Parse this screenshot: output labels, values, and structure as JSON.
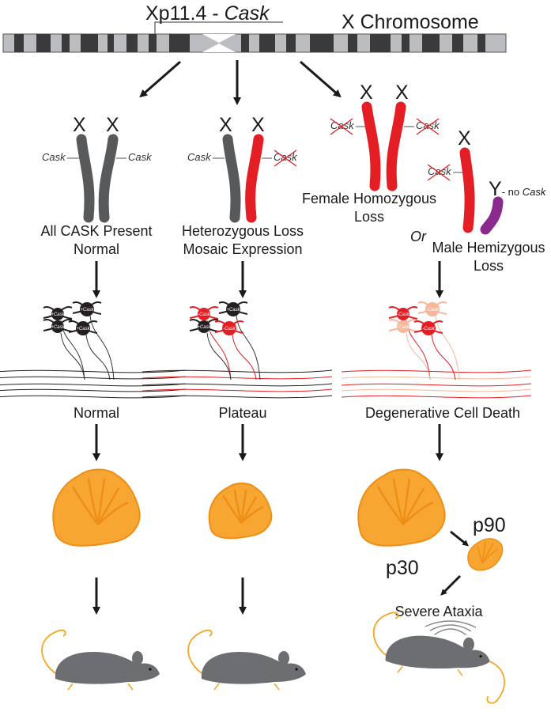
{
  "header": {
    "locus": "Xp11.4 - ",
    "locus_gene": "Cask",
    "chromosome": "X Chromosome"
  },
  "colors": {
    "normal_chromosome": "#58595b",
    "mutant_chromosome": "#e31e24",
    "y_chromosome": "#8b2a8e",
    "cerebellum": "#f7a631",
    "cerebellum_stroke": "#ee8e16",
    "mouse": "#6d6e71",
    "tail": "#f5a623",
    "healthy_cell": "#231f20",
    "lost_cell": "#e31e24",
    "dying_cell": "#f6b79b"
  },
  "chromosome_labels": {
    "x": "X",
    "y": "Y",
    "y_suffix": "- no ",
    "y_gene": "Cask",
    "gene": "Cask"
  },
  "columns": {
    "normal": {
      "genotype": [
        "All CASK Present",
        "Normal"
      ],
      "cell_state": "Normal",
      "cell_tags": [
        "+Cask",
        "+Cask",
        "+Cask",
        "+Cask"
      ]
    },
    "heterozygous": {
      "genotype": [
        "Heterozygous Loss",
        "Mosaic Expression"
      ],
      "cell_state": "Plateau",
      "cell_tags": [
        "-Cask",
        "+Cask",
        "+Cask",
        "-Cask"
      ]
    },
    "loss": {
      "female": [
        "Female Homozygous",
        "Loss"
      ],
      "or": "Or",
      "male": [
        "Male Hemizygous",
        "Loss"
      ],
      "cell_state": "Degenerative Cell Death",
      "cell_tags": [
        "-Cask",
        "-Cask",
        "-Cask",
        "-Cask"
      ],
      "age_early": "p30",
      "age_late": "p90",
      "phenotype": "Severe Ataxia"
    }
  }
}
